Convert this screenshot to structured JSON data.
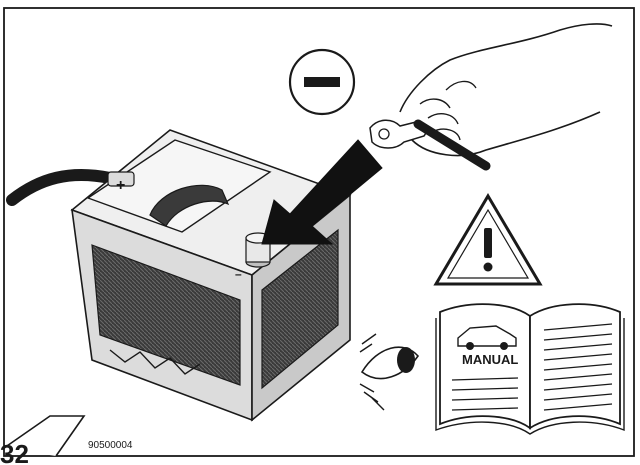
{
  "figure": {
    "number": "32",
    "reference_code": "90500004"
  },
  "battery": {
    "positive_sign": "+",
    "negative_sign": "–"
  },
  "manual": {
    "cover_label": "MANUAL"
  },
  "icons": {
    "minus_badge": "minus-circle-icon",
    "warning": "warning-triangle-icon",
    "eye": "eye-icon",
    "arrow": "arrow-icon"
  },
  "colors": {
    "line": "#1a1a1a",
    "fill_light": "#e9e9e9",
    "fill_mid": "#cfcfcf",
    "fill_dark": "#3a3a3a",
    "background": "#ffffff"
  }
}
